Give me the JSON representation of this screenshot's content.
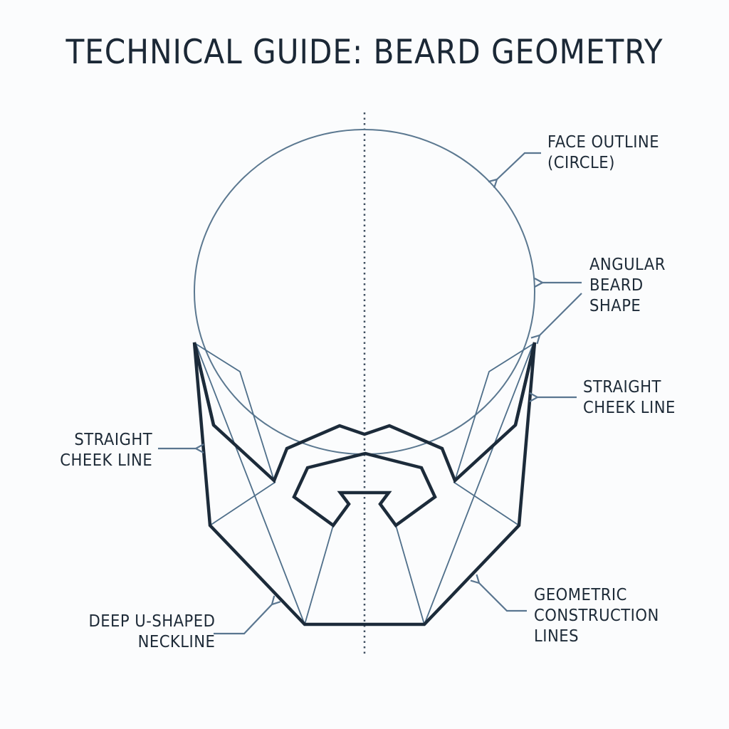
{
  "title": "TECHNICAL GUIDE: BEARD GEOMETRY",
  "labels": {
    "face_outline": [
      "FACE OUTLINE",
      "(CIRCLE)"
    ],
    "angular_beard": [
      "ANGULAR",
      "BEARD",
      "SHAPE"
    ],
    "straight_cheek_right": [
      "STRAIGHT",
      "CHEEK LINE"
    ],
    "straight_cheek_left": [
      "STRAIGHT",
      "CHEEK LINE"
    ],
    "neckline": [
      "DEEP U-SHAPED",
      "NECKLINE"
    ],
    "construction": [
      "GEOMETRIC",
      "CONSTRUCTION",
      "LINES"
    ]
  },
  "colors": {
    "outline": "#1c2b3a",
    "construction": "#4f6f8a",
    "arrow": "#5a7690",
    "text": "#1d2a37"
  }
}
